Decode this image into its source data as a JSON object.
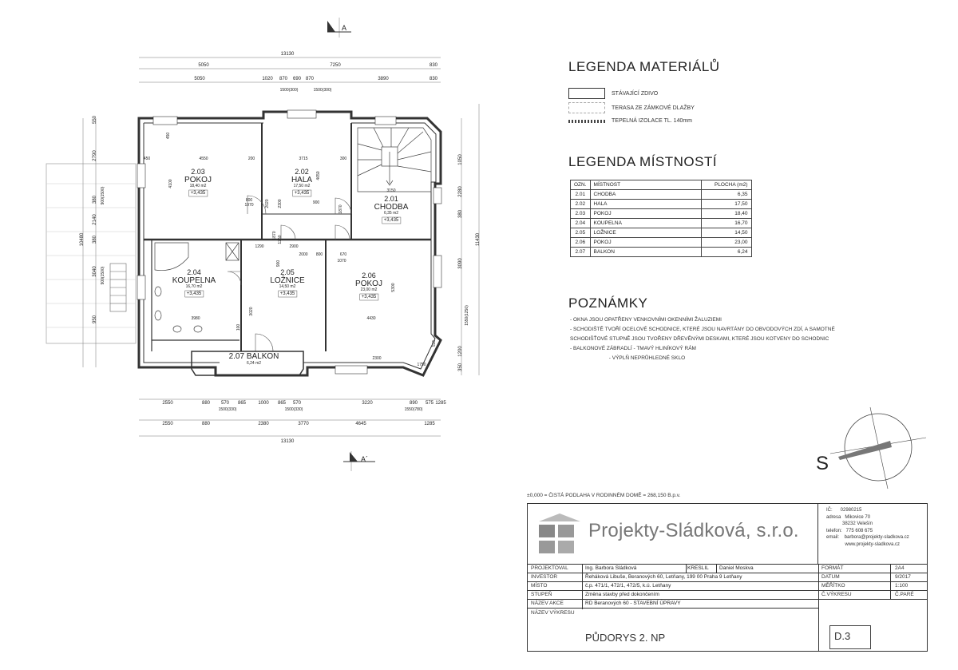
{
  "plan": {
    "overall_top": "13130",
    "overall_bottom": "13130",
    "top_row1": [
      "5050",
      "7250",
      "830"
    ],
    "top_row2": [
      "5050",
      "1020",
      "870",
      "690",
      "870",
      "3890",
      "830"
    ],
    "top_small": [
      "1500(300)",
      "1500(300)"
    ],
    "bottom_row1": [
      "2550",
      "880",
      "570",
      "865",
      "1000",
      "865",
      "570",
      "3220",
      "890",
      "575",
      "1285"
    ],
    "bottom_small": [
      "1500(330)",
      "1500(330)",
      "1550(780)"
    ],
    "bottom_row2": [
      "2550",
      "880",
      "2380",
      "3770",
      "4645",
      "1285"
    ],
    "left_dims": [
      "550",
      "2790",
      "380",
      "2140",
      "380",
      "3040",
      "950"
    ],
    "left_small": [
      "900(1500)",
      "900(1500)"
    ],
    "left_total": "10480",
    "right_dims": [
      "1050",
      "2280",
      "380",
      "3090",
      "1200",
      "350"
    ],
    "right_total": "11430",
    "right_small": "1550(1250)",
    "section_mark_top": "A",
    "section_mark_bottom": "A´",
    "inner_dims": [
      "450",
      "4550",
      "200",
      "3715",
      "300",
      "3150",
      "4100",
      "4650",
      "1290",
      "2900",
      "2000",
      "3980",
      "3020",
      "4430",
      "5300",
      "100",
      "900",
      "800",
      "1970",
      "2020",
      "2300",
      "1870",
      "1250",
      "800",
      "670",
      "1070",
      "900",
      "1870",
      "450",
      "515",
      "1750",
      "2300"
    ],
    "rooms": [
      {
        "no": "2.03",
        "name": "POKOJ",
        "area": "18,40 m2",
        "level": "+3,435"
      },
      {
        "no": "2.02",
        "name": "HALA",
        "area": "17,50 m2",
        "level": "+3,435"
      },
      {
        "no": "2.01",
        "name": "CHODBA",
        "area": "6,35 m2",
        "level": "+3,435"
      },
      {
        "no": "2.04",
        "name": "KOUPELNA",
        "area": "16,70 m2",
        "level": "+3,435"
      },
      {
        "no": "2.05",
        "name": "LOŽNICE",
        "area": "14,50 m2",
        "level": "+3,435"
      },
      {
        "no": "2.06",
        "name": "POKOJ",
        "area": "23,00 m2",
        "level": "+3,435"
      },
      {
        "no": "2.07",
        "name": "BALKON",
        "area": "6,24 m2",
        "level": ""
      }
    ],
    "north_letter": "S"
  },
  "legend_materials": {
    "title": "LEGENDA MATERIÁLŮ",
    "items": [
      "STÁVAJÍCÍ ZDIVO",
      "TERASA ZE ZÁMKOVÉ DLAŽBY",
      "TEPELNÁ IZOLACE TL. 140mm"
    ]
  },
  "legend_rooms": {
    "title": "LEGENDA MÍSTNOSTÍ",
    "headers": [
      "OZN.",
      "MÍSTNOST",
      "PLOCHA (m2)"
    ],
    "rows": [
      [
        "2.01",
        "CHODBA",
        "6,35"
      ],
      [
        "2.02",
        "HALA",
        "17,50"
      ],
      [
        "2.03",
        "POKOJ",
        "18,40"
      ],
      [
        "2.04",
        "KOUPELNA",
        "16,70"
      ],
      [
        "2.05",
        "LOŽNICE",
        "14,50"
      ],
      [
        "2.06",
        "POKOJ",
        "23,00"
      ],
      [
        "2.07",
        "BALKON",
        "6,24"
      ]
    ]
  },
  "notes": {
    "title": "POZNÁMKY",
    "lines": [
      "- OKNA JSOU OPATŘENY VENKOVNÍMI OKENNÍMI ŽALUZIEMI",
      "- SCHODIŠTĚ TVOŘÍ OCELOVÉ SCHODNICE, KTERÉ JSOU NAVRTÁNY DO OBVODOVÝCH ZDÍ, A SAMOTNÉ",
      "  SCHODIŠŤOVÉ STUPNĚ JSOU TVOŘENY DŘEVĚNÝMI DESKAMI, KTERÉ JSOU KOTVENY DO SCHODNIC",
      "- BALKONOVÉ ZÁBRADLÍ - TMAVÝ HLINÍKOVÝ RÁM",
      "                           - VÝPLŇ NEPRŮHLEDNÉ SKLO"
    ]
  },
  "datum_note": "±0,000 = ČISTÁ PODLAHA V RODINNÉM DOMĚ = 268,150 B.p.v.",
  "title_block": {
    "company": "Projekty-Sládková, s.r.o.",
    "contact": [
      "IČ:      02980215",
      "adresa   Mikovice 70",
      "            38232 Velešín",
      "telefon:   775 608 675",
      "email:    barbora@projekty-sladkova.cz",
      "              www.projekty-sladkova.cz"
    ],
    "rows": [
      {
        "label": "PROJEKTOVAL",
        "value": "Ing. Barbora Sládková",
        "extra_label": "KRESLIL",
        "extra_value": "Daniel Moskva",
        "right_label": "FORMÁT",
        "right_value": "2A4"
      },
      {
        "label": "INVESTOR",
        "value": "Řeháková Libuše, Beranových 60, Letňany, 199 00 Praha 9 Letňany",
        "right_label": "DATUM",
        "right_value": "9/2017"
      },
      {
        "label": "MÍSTO",
        "value": "č.p. 471/1, 472/1, 472/5, k.ú. Letňany",
        "right_label": "MĚŘÍTKO",
        "right_value": "1:100"
      },
      {
        "label": "STUPEŇ",
        "value": "Změna stavby před dokončením",
        "right_label": "Č.VÝKRESU",
        "right_value": "Č.PARÉ"
      },
      {
        "label": "NÁZEV AKCE",
        "value": "RD Beranových 60 - STAVEBNÍ ÚPRAVY"
      }
    ],
    "drawing_label": "NÁZEV VÝKRESU",
    "drawing_title": "PŮDORYS 2. NP",
    "drawing_no": "D.3"
  }
}
